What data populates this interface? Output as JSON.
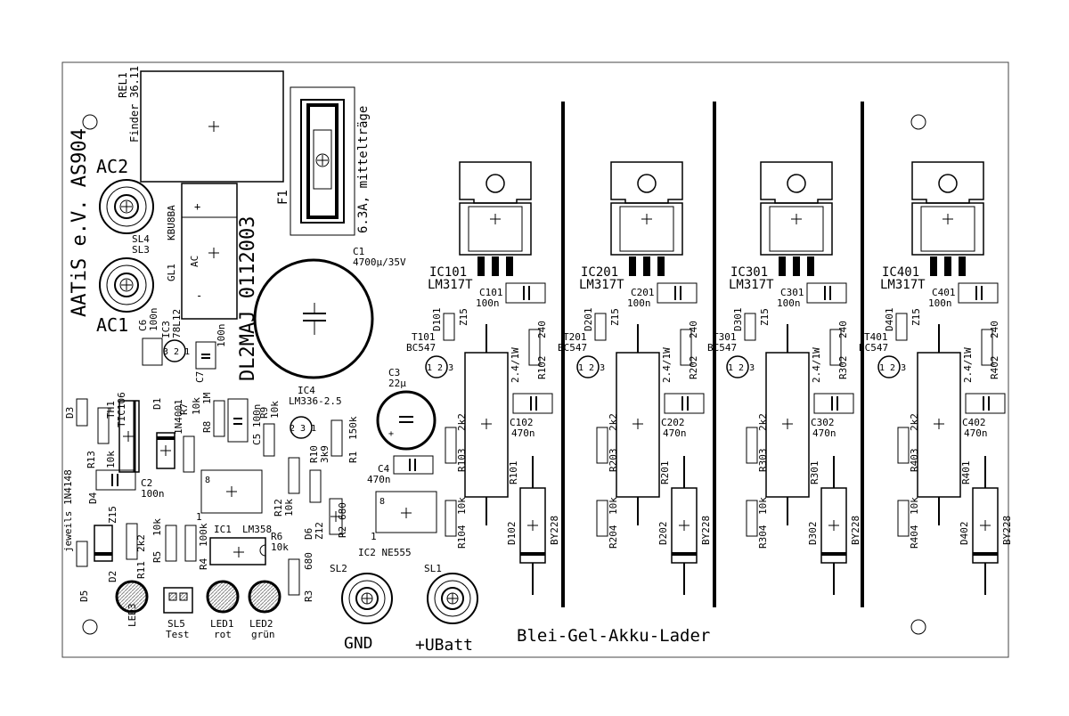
{
  "board": {
    "title_vertical": "AATiS e.V.  AS904",
    "date_code": "DL2MAJ 0112003",
    "product_name": "Blei-Gel-Akku-Lader"
  },
  "relay": {
    "ref": "REL1",
    "value": "36.11",
    "maker": "Finder"
  },
  "fuse": {
    "ref": "F1",
    "value": "6.3A, mittelträge"
  },
  "bridge": {
    "ref": "GL1",
    "type": "KBU8BA",
    "plus": "+",
    "ac": "AC",
    "minus": "-"
  },
  "connectors": {
    "ac2": "AC2",
    "ac1": "AC1",
    "sl4": "SL4",
    "sl3": "SL3",
    "sl2": "SL2",
    "sl1": "SL1",
    "gnd": "GND",
    "ubatt": "+UBatt",
    "sl5": "SL5",
    "test": "Test"
  },
  "caps": {
    "c1": "C1",
    "c1_val": "4700µ/35V",
    "c3": "C3",
    "c3_val": "22µ",
    "c4": "C4",
    "c4_val": "470n",
    "c5": "C5 100n",
    "c6": "C6",
    "c6_val": "100n",
    "c7": "C7",
    "c7_val": "100n",
    "c2": "C2",
    "c2_val": "100n"
  },
  "misc": {
    "ic3": "IC3",
    "ic3_val": "78L12",
    "ic4": "IC4",
    "ic4_val": "LM336-2.5",
    "ic1": "IC1",
    "ic1_val": "LM358",
    "ic2": "IC2 NE555",
    "th1": "TH1",
    "th1_val": "TIC106",
    "d1": "D1",
    "d1_val": "1N4001",
    "d3": "D3",
    "d4": "D4",
    "d5": "D5",
    "d2": "D2",
    "diodes_note": "jeweils 1N4148",
    "z15": "Z15",
    "d6": "D6",
    "z12": "Z12",
    "r7": "R7",
    "r7_val": "10k",
    "r8": "R8",
    "r8_val": "1M",
    "r9": "R9",
    "r9_val": "10k",
    "r10": "R10",
    "r10_val": "3k9",
    "r1": "R1",
    "r1_val": "150k",
    "r12": "R12",
    "r12_val": "10k",
    "r2": "R2",
    "r2_val": "680",
    "r3": "R3",
    "r3_val": "680",
    "r6": "R6",
    "r6_val": "10k",
    "r4": "R4",
    "r4_val": "100k",
    "r5": "R5",
    "r5_val": "10k",
    "r11": "R11",
    "r11_val": "2k2",
    "r13": "R13",
    "r13_val": "10k",
    "led1": "LED1",
    "led1_col": "rot",
    "led2": "LED2",
    "led2_col": "grün",
    "led3": "LED3",
    "pin8a": "8",
    "pin1a": "1",
    "pin8b": "8",
    "pin1b": "1"
  },
  "channels": [
    {
      "ic": "IC101",
      "reg": "LM317T",
      "cap1": "C101",
      "cap1_val": "100n",
      "d1": "D101",
      "z": "Z15",
      "t": "T101",
      "t_val": "BC547",
      "r_a": "R102",
      "r_a_val": "240",
      "shunt_val": "2.4/1W",
      "cap2": "C102",
      "cap2_val": "470n",
      "r_b": "R103",
      "r_b_val": "2k2",
      "r_c": "R101",
      "r_d": "R104",
      "r_d_val": "10k",
      "d2": "D102",
      "d2_val": "BY228"
    },
    {
      "ic": "IC201",
      "reg": "LM317T",
      "cap1": "C201",
      "cap1_val": "100n",
      "d1": "D201",
      "z": "Z15",
      "t": "T201",
      "t_val": "BC547",
      "r_a": "R202",
      "r_a_val": "240",
      "shunt_val": "2.4/1W",
      "cap2": "C202",
      "cap2_val": "470n",
      "r_b": "R203",
      "r_b_val": "2k2",
      "r_c": "R201",
      "r_d": "R204",
      "r_d_val": "10k",
      "d2": "D202",
      "d2_val": "BY228"
    },
    {
      "ic": "IC301",
      "reg": "LM317T",
      "cap1": "C301",
      "cap1_val": "100n",
      "d1": "D301",
      "z": "Z15",
      "t": "T301",
      "t_val": "BC547",
      "r_a": "R302",
      "r_a_val": "240",
      "shunt_val": "2.4/1W",
      "cap2": "C302",
      "cap2_val": "470n",
      "r_b": "R303",
      "r_b_val": "2k2",
      "r_c": "R301",
      "r_d": "R304",
      "r_d_val": "10k",
      "d2": "D302",
      "d2_val": "BY228"
    },
    {
      "ic": "IC401",
      "reg": "LM317T",
      "cap1": "C401",
      "cap1_val": "100n",
      "d1": "D401",
      "z": "Z15",
      "t": "T401",
      "t_val": "BC547",
      "r_a": "R402",
      "r_a_val": "240",
      "shunt_val": "2.4/1W",
      "cap2": "C402",
      "cap2_val": "470n",
      "r_b": "R403",
      "r_b_val": "2k2",
      "r_c": "R401",
      "r_d": "R404",
      "r_d_val": "10k",
      "d2": "D402",
      "d2_val": "BY228"
    }
  ],
  "colors": {
    "ink": "#000000",
    "paper": "#ffffff",
    "gray": "#888888"
  }
}
